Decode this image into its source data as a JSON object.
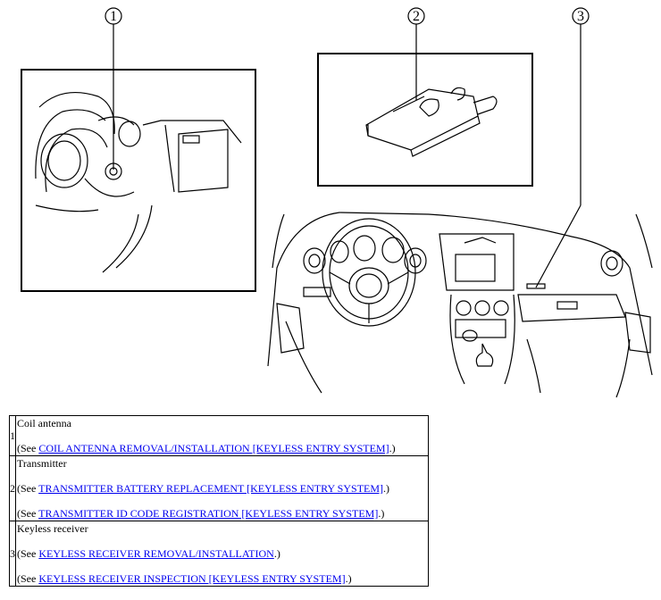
{
  "figure": {
    "callouts": [
      "1",
      "2",
      "3"
    ]
  },
  "parts": [
    {
      "number": "1",
      "name": "Coil antenna",
      "refs": [
        {
          "prefix": "(See ",
          "link": "COIL ANTENNA REMOVAL/INSTALLATION [KEYLESS ENTRY SYSTEM]",
          "suffix": ".)"
        }
      ]
    },
    {
      "number": "2",
      "name": "Transmitter",
      "refs": [
        {
          "prefix": "(See ",
          "link": "TRANSMITTER BATTERY REPLACEMENT [KEYLESS ENTRY SYSTEM]",
          "suffix": ".)"
        },
        {
          "prefix": "(See ",
          "link": "TRANSMITTER ID CODE REGISTRATION [KEYLESS ENTRY SYSTEM]",
          "suffix": ".)"
        }
      ]
    },
    {
      "number": "3",
      "name": "Keyless receiver",
      "refs": [
        {
          "prefix": "(See ",
          "link": "KEYLESS RECEIVER REMOVAL/INSTALLATION",
          "suffix": ".)"
        },
        {
          "prefix": "(See ",
          "link": "KEYLESS RECEIVER INSPECTION [KEYLESS ENTRY SYSTEM]",
          "suffix": ".)"
        }
      ]
    }
  ]
}
